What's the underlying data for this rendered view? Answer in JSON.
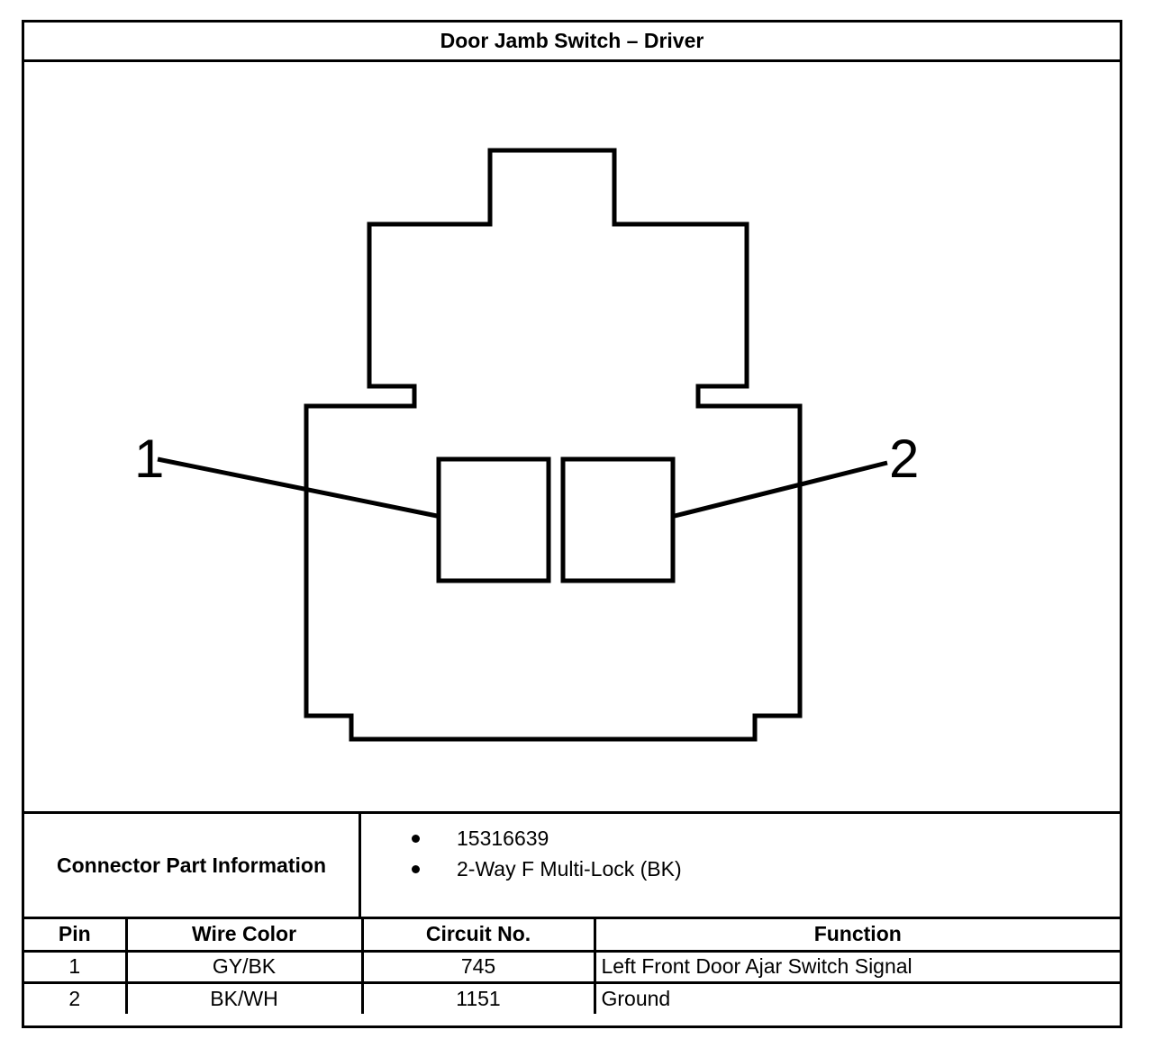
{
  "title": "Door Jamb Switch – Driver",
  "diagram": {
    "pin_labels": [
      "1",
      "2"
    ]
  },
  "connector_info": {
    "label": "Connector Part Information",
    "items": [
      "15316639",
      "2-Way F Multi-Lock (BK)"
    ]
  },
  "table": {
    "headers": [
      "Pin",
      "Wire Color",
      "Circuit No.",
      "Function"
    ],
    "rows": [
      {
        "pin": "1",
        "wire_color": "GY/BK",
        "circuit": "745",
        "function": "Left Front Door Ajar Switch Signal"
      },
      {
        "pin": "2",
        "wire_color": "BK/WH",
        "circuit": "1151",
        "function": "Ground"
      }
    ]
  }
}
